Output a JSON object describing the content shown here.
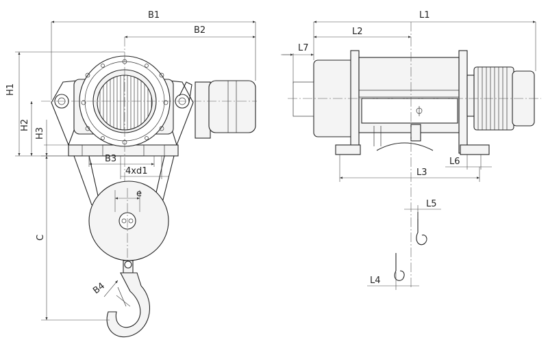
{
  "labels": {
    "b1": "B1",
    "b2": "B2",
    "b3": "B3",
    "b4": "B4",
    "h1": "H1",
    "h2": "H2",
    "h3": "H3",
    "c": "C",
    "e": "e",
    "holes": "4xd1",
    "l1": "L1",
    "l2": "L2",
    "l3": "L3",
    "l4": "L4",
    "l5": "L5",
    "l6": "L6",
    "l7": "L7"
  },
  "colors": {
    "line": "#222222",
    "background": "#ffffff"
  }
}
